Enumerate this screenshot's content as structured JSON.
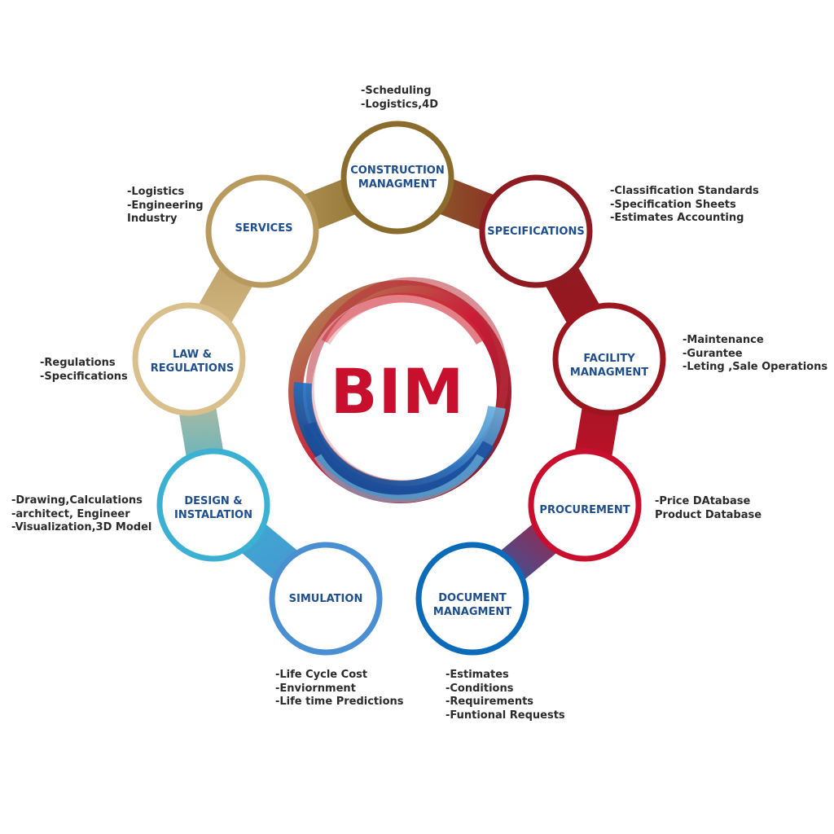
{
  "center": {
    "label": "BIM"
  },
  "nodes": [
    {
      "id": "construction",
      "label": "CONSTRUCTION\nMANAGMENT",
      "color": "#8a6d2c",
      "description": "-Scheduling\n-Logistics,4D"
    },
    {
      "id": "specifications",
      "label": "SPECIFICATIONS",
      "color": "#8e1b22",
      "description": "-Classification Standards\n-Specification Sheets\n-Estimates Accounting"
    },
    {
      "id": "facility",
      "label": "FACILITY\nMANAGMENT",
      "color": "#9c1620",
      "description": "-Maintenance\n-Gurantee\n-Leting ,Sale Operations"
    },
    {
      "id": "procurement",
      "label": "PROCUREMENT",
      "color": "#c8102e",
      "description": "-Price DAtabase\nProduct Database"
    },
    {
      "id": "document",
      "label": "DOCUMENT\nMANAGMENT",
      "color": "#0c6bb8",
      "description": "-Estimates\n-Conditions\n-Requirements\n-Funtional Requests"
    },
    {
      "id": "simulation",
      "label": "SIMULATION",
      "color": "#4a8fd1",
      "description": "-Life Cycle Cost\n-Enviornment\n-Life time Predictions"
    },
    {
      "id": "design",
      "label": "DESIGN &\nINSTALATION",
      "color": "#3bb0d2",
      "description": "-Drawing,Calculations\n-architect, Engineer\n-Visualization,3D Model"
    },
    {
      "id": "law",
      "label": "LAW &\nREGULATIONS",
      "color": "#d9bf8c",
      "description": "-Regulations\n-Specifications"
    },
    {
      "id": "services",
      "label": "SERVICES",
      "color": "#b89a5e",
      "description": "-Logistics\n-Engineering\nIndustry"
    }
  ]
}
